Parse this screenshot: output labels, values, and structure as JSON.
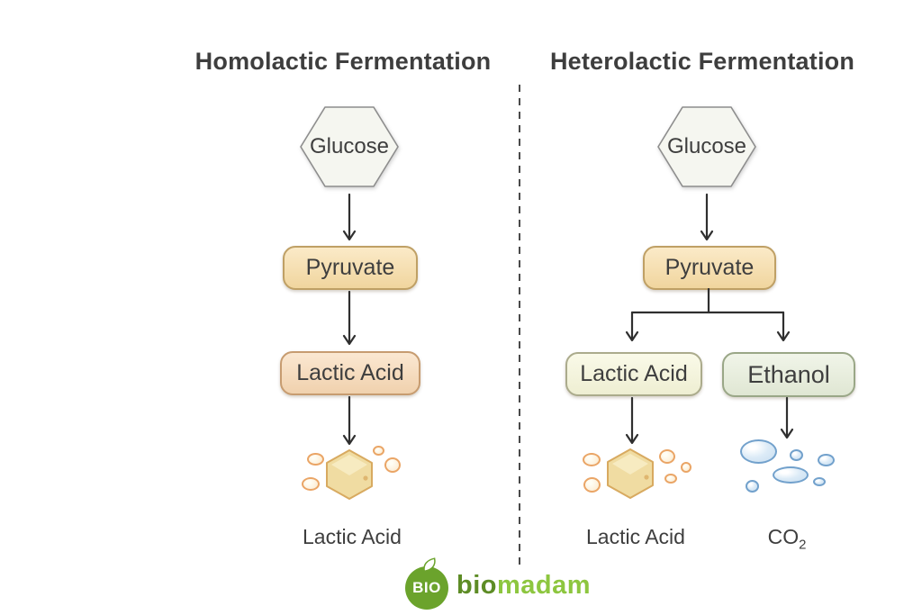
{
  "titles": {
    "left": "Homolactic Fermentation",
    "right": "Heterolactic Fermentation"
  },
  "left": {
    "glucose": "Glucose",
    "pyruvate": "Pyruvate",
    "lactic_box": "Lactic Acid",
    "product_label": "Lactic Acid"
  },
  "right": {
    "glucose": "Glucose",
    "pyruvate": "Pyruvate",
    "lactic_box": "Lactic Acid",
    "ethanol_box": "Ethanol",
    "lactic_label": "Lactic Acid",
    "co2_base": "CO",
    "co2_sub": "2"
  },
  "logo": {
    "badge": "BIO",
    "brand_prefix": "bio",
    "brand_suffix": "madam"
  },
  "icons": {
    "arrow": "arrow-down",
    "leaf": "leaf",
    "crystal": "lactic-acid-crystal",
    "bubbles": "co2-bubbles"
  },
  "colors": {
    "ink": "#3e3e3e",
    "arrow": "#2f2f2f",
    "divider": "#4a4a4a",
    "glucose_fill": "#f5f6f0",
    "glucose_stroke": "#8d8d8d",
    "pyruvate_fill": "#f8dca3",
    "pyruvate_stroke": "#bfa065",
    "lactic_left_fill": "#f8d8b3",
    "lactic_left_stroke": "#c79c70",
    "lactic_right_fill": "#f6f6d9",
    "lactic_right_stroke": "#abab8c",
    "ethanol_fill": "#e7eeda",
    "ethanol_stroke": "#9aa787",
    "crystal_fill": "#f0dca2",
    "crystal_stroke": "#d8aa60",
    "crystal_highlight": "#f7ecc4",
    "oval_fill": "#fdf0da",
    "oval_stroke": "#eaa566",
    "bubble_fill": "#dcebf7",
    "bubble_stroke": "#72a1cc",
    "logo_badge": "#6ba32c",
    "logo_dark": "#5d8c25",
    "logo_light": "#8dc63f"
  }
}
